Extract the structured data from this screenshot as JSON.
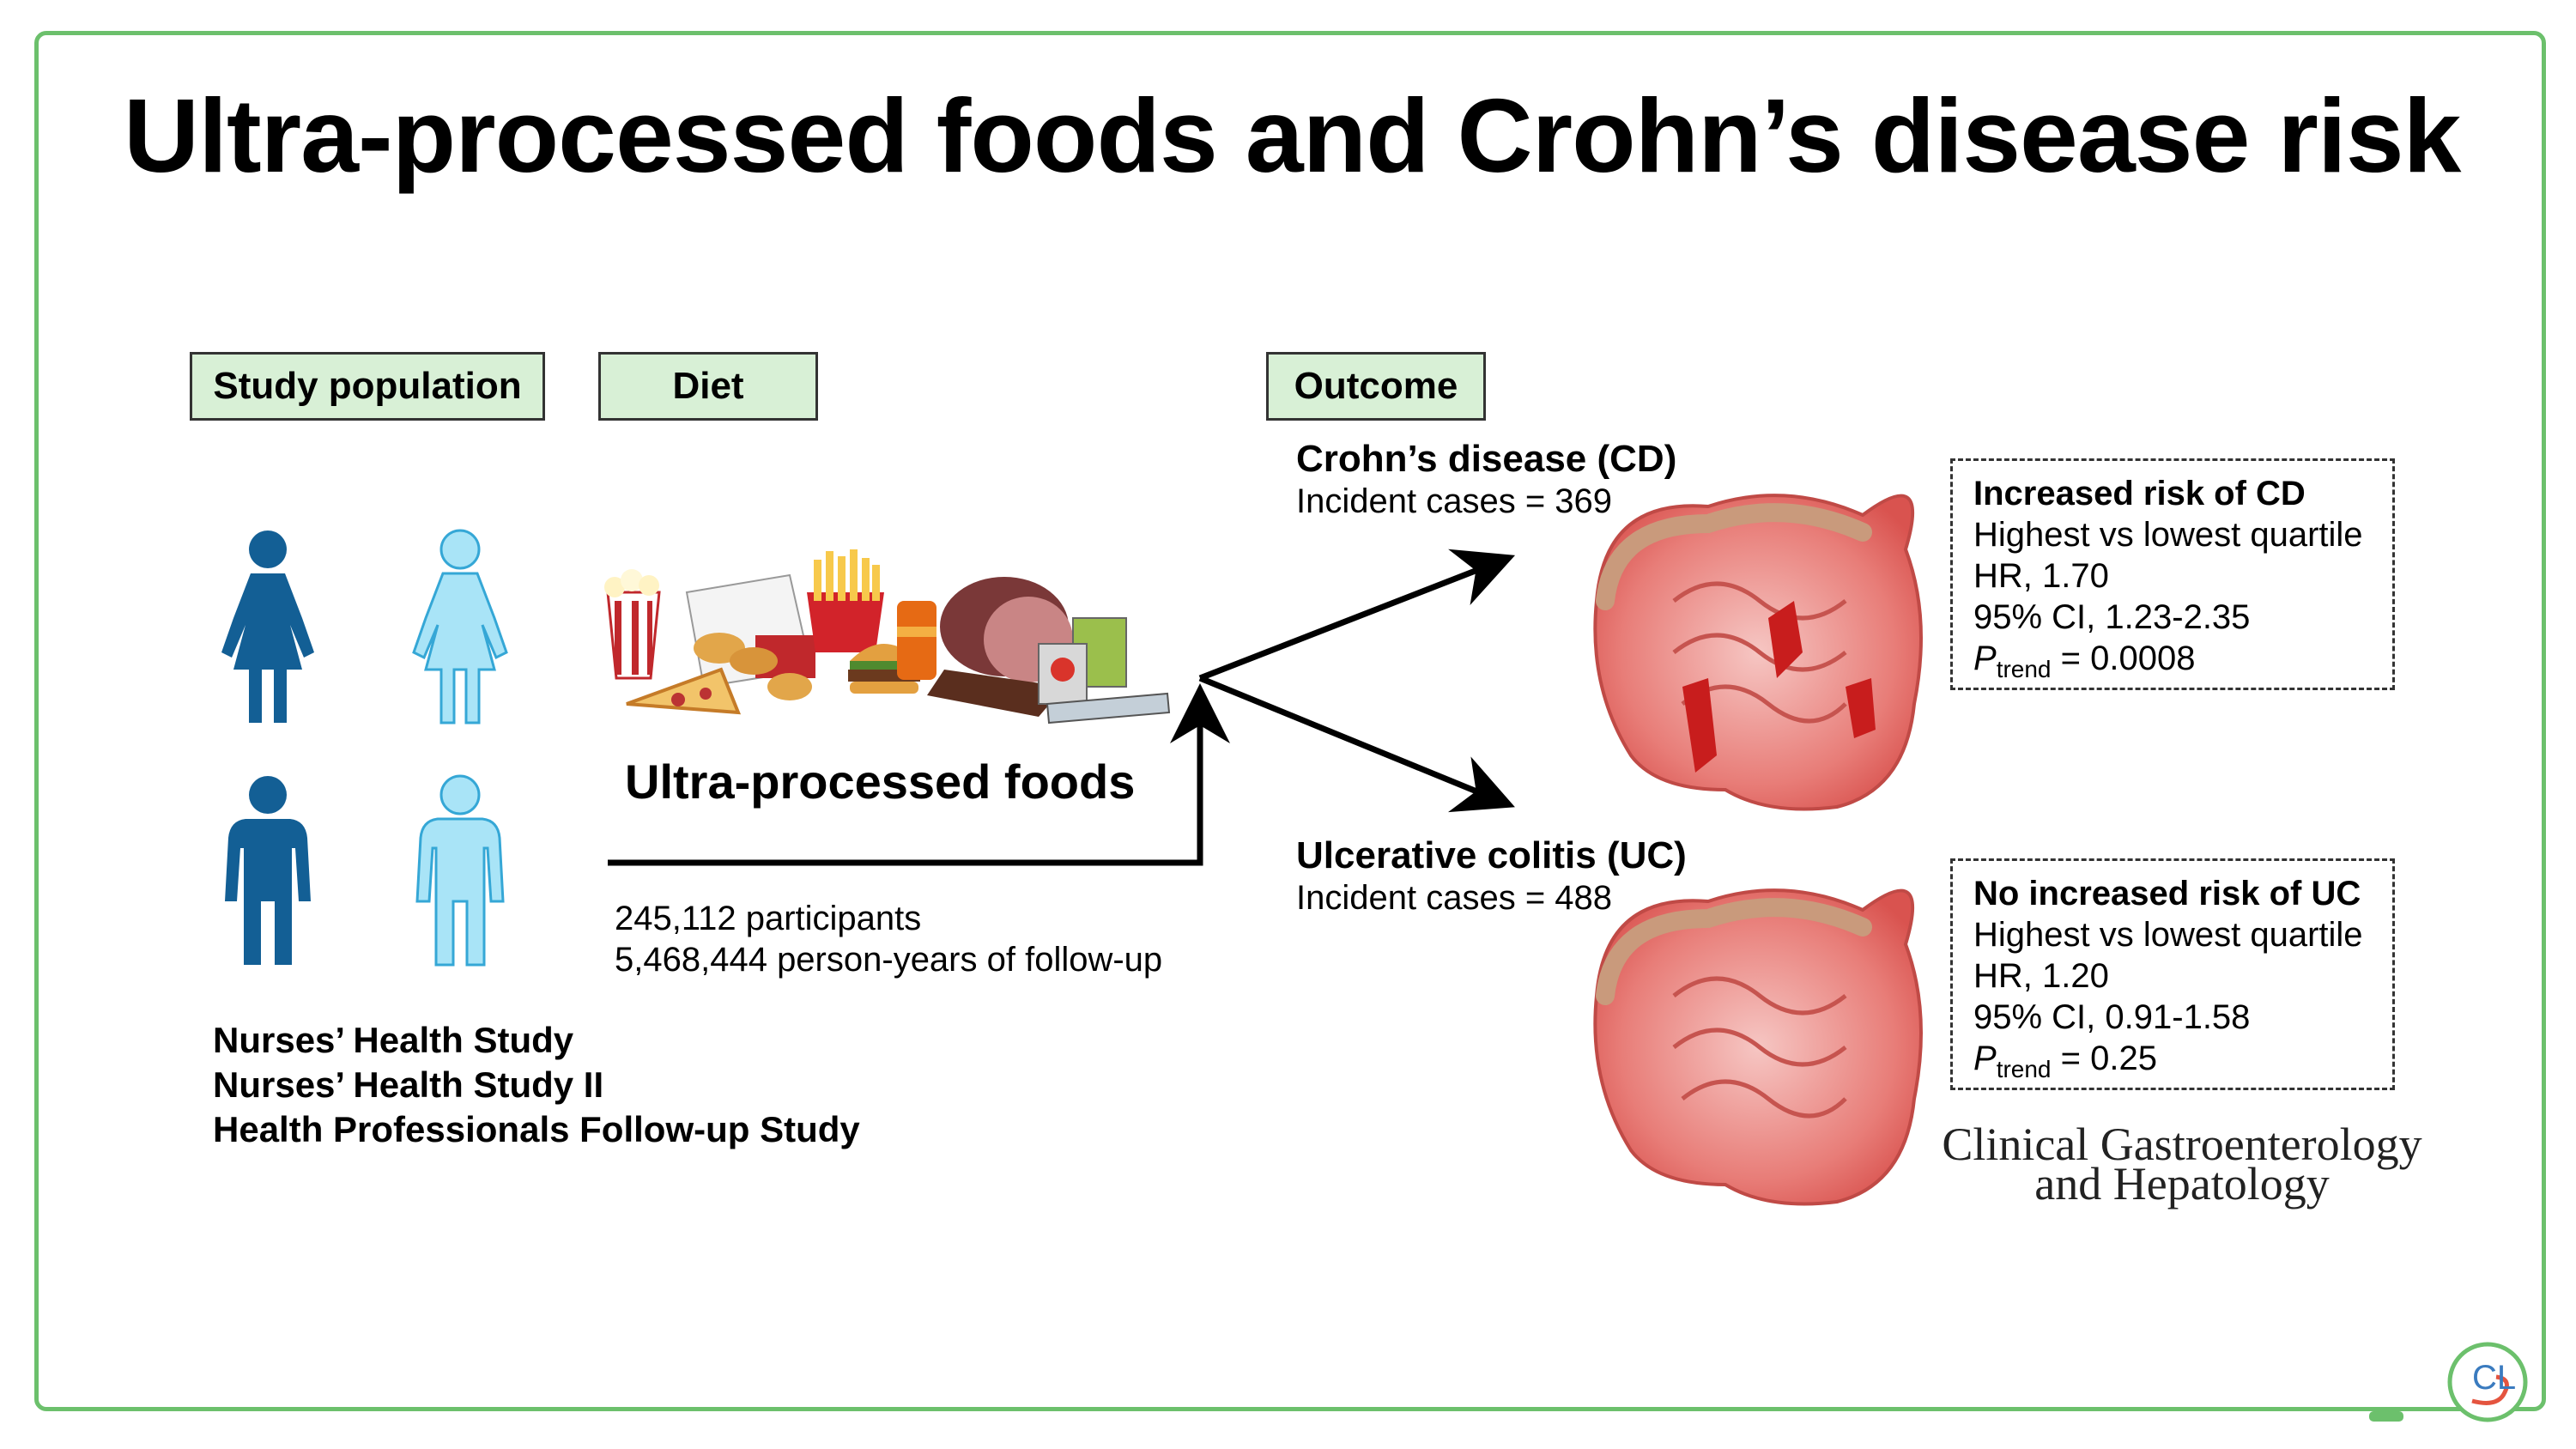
{
  "title": "Ultra-processed foods and Crohn’s disease risk",
  "headers": {
    "population": "Study population",
    "diet": "Diet",
    "outcome": "Outcome"
  },
  "diet": {
    "label": "Ultra-processed foods",
    "participants": "245,112 participants",
    "follow_up": "5,468,444 person-years of follow-up"
  },
  "studies": [
    "Nurses’ Health Study",
    "Nurses’ Health Study II",
    "Health Professionals Follow-up Study"
  ],
  "cd": {
    "name": "Crohn’s disease (CD)",
    "cases": "Incident cases = 369",
    "result_title": "Increased risk of CD",
    "comparison": "Highest vs lowest quartile",
    "hr": "HR, 1.70",
    "ci": "95% CI, 1.23-2.35",
    "p_symbol": "P",
    "p_sub": "trend",
    "p_value": " = 0.0008"
  },
  "uc": {
    "name": "Ulcerative colitis (UC)",
    "cases": "Incident cases = 488",
    "result_title": "No increased risk of UC",
    "comparison": "Highest vs lowest quartile",
    "hr": "HR, 1.20",
    "ci": "95% CI, 0.91-1.58",
    "p_symbol": "P",
    "p_sub": "trend",
    "p_value": " = 0.25"
  },
  "journal": {
    "line1": "Clinical Gastroenterology",
    "line2": "and Hepatology"
  },
  "logo": {
    "text": "CL"
  },
  "colors": {
    "frame": "#6cc06c",
    "header_fill": "#d8f0d6",
    "figure_dark": "#135f95",
    "figure_light": "#a9e4f7"
  },
  "icons": [
    "female-dark-icon",
    "female-light-icon",
    "male-dark-icon",
    "male-light-icon",
    "ultra-processed-foods-illustration",
    "colon-cd-illustration",
    "colon-uc-illustration",
    "cgh-logo-icon"
  ]
}
